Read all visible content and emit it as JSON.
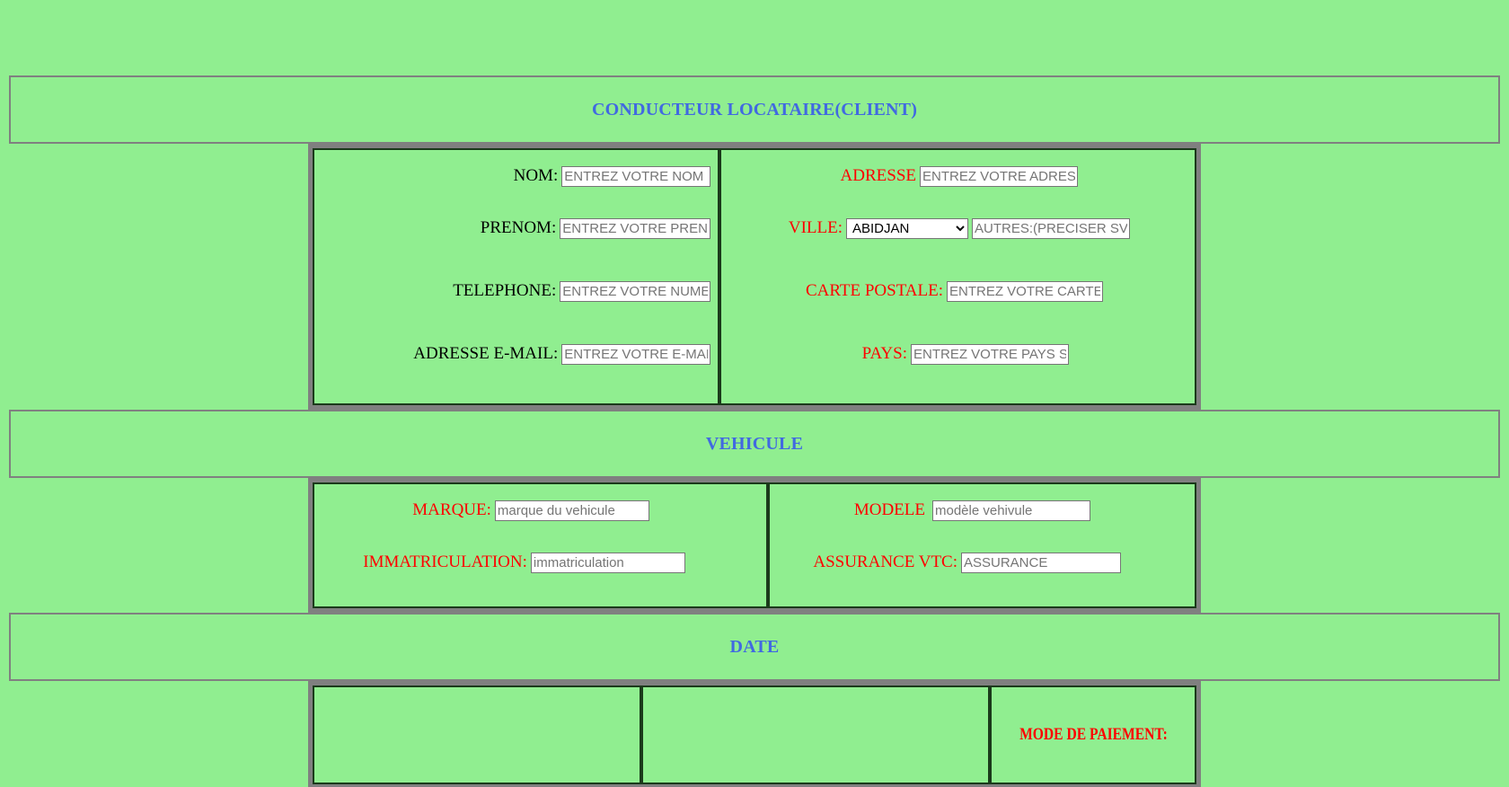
{
  "page": {
    "background_color": "#90ee90",
    "banner_title_color": "#4169e1",
    "label_red": "#ff0000",
    "label_black": "#000000"
  },
  "sections": {
    "client": {
      "banner_title": "CONDUCTEUR LOCATAIRE(CLIENT)",
      "left_fields": [
        {
          "label": "NOM:",
          "placeholder": "ENTREZ VOTRE NOM",
          "width": 160
        },
        {
          "label": "PRENOM:",
          "placeholder": "ENTREZ VOTRE PRENOM",
          "width": 172
        },
        {
          "label": "TELEPHONE:",
          "placeholder": "ENTREZ VOTRE NUMERO",
          "width": 172
        },
        {
          "label": "ADRESSE E-MAIL:",
          "placeholder": "ENTREZ VOTRE E-MAIL",
          "width": 170
        }
      ],
      "right_fields": [
        {
          "label": "ADRESSE",
          "placeholder": "ENTREZ VOTRE ADRESSE",
          "width": 172
        },
        {
          "label": "CARTE POSTALE:",
          "placeholder": "ENTREZ VOTRE CARTE POSTALE",
          "width": 172
        },
        {
          "label": "PAYS:",
          "placeholder": "ENTREZ VOTRE PAYS SVP",
          "width": 172
        }
      ],
      "ville": {
        "label": "VILLE:",
        "selected_option": "ABIDJAN",
        "options": [
          "ABIDJAN"
        ],
        "other_placeholder": "AUTRES:(PRECISER SVP)"
      }
    },
    "vehicule": {
      "banner_title": "VEHICULE",
      "left_fields": [
        {
          "label": "MARQUE:",
          "placeholder": "marque du vehicule",
          "width": 172
        },
        {
          "label": "IMMATRICULATION:",
          "placeholder": "immatriculation",
          "width": 172
        }
      ],
      "right_fields": [
        {
          "label": "MODELE",
          "placeholder": "modèle vehivule",
          "width": 172
        },
        {
          "label": "ASSURANCE VTC:",
          "placeholder": "ASSURANCE",
          "width": 172
        }
      ]
    },
    "date": {
      "banner_title": "DATE",
      "cells": [
        {
          "label": ""
        },
        {
          "label": ""
        },
        {
          "label": "MODE DE PAIEMENT:"
        }
      ]
    }
  }
}
